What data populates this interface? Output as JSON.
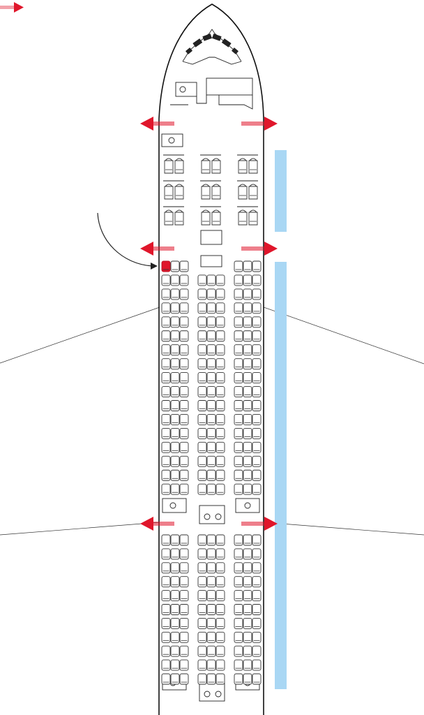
{
  "colors": {
    "selected_seat": "#e0162b",
    "exit_arrow": "#e0162b",
    "window_strip": "#a9d7f4",
    "outline": "#222222"
  },
  "icons": [
    "exit-arrow-icon",
    "seat-icon",
    "lavatory-icon",
    "galley-icon",
    "pointer-arrow-icon"
  ],
  "layout": {
    "business": {
      "columns": "2-2-2",
      "rows": 3
    },
    "economy_front": {
      "columns": "3-3-3",
      "rows": 17
    },
    "economy_rear": {
      "columns": "3-3-3",
      "rows": 11
    }
  },
  "selected_seat": {
    "cabin": "economy_front",
    "row": 1,
    "seat": 1
  },
  "exits": [
    {
      "side": "left",
      "door": 1
    },
    {
      "side": "right",
      "door": 1
    },
    {
      "side": "left",
      "door": 2
    },
    {
      "side": "right",
      "door": 2
    },
    {
      "side": "left",
      "door": 3
    },
    {
      "side": "right",
      "door": 3
    }
  ]
}
